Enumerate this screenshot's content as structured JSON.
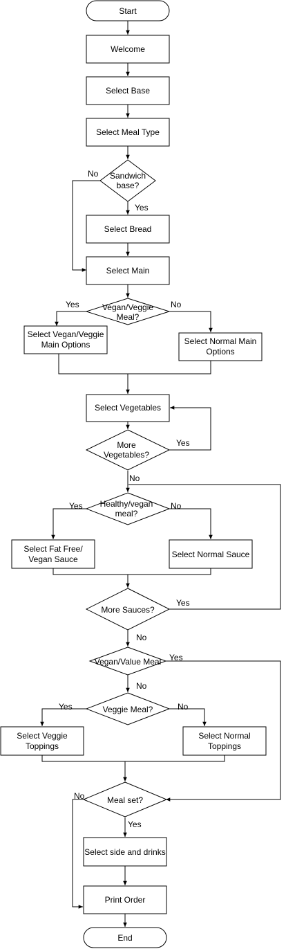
{
  "nodes": {
    "start": [
      "Start"
    ],
    "welcome": [
      "Welcome"
    ],
    "select_base": [
      "Select Base"
    ],
    "select_meal_type": [
      "Select Meal Type"
    ],
    "sandwich_base": [
      "Sandwich",
      "base?"
    ],
    "select_bread": [
      "Select Bread"
    ],
    "select_main": [
      "Select Main"
    ],
    "vegan_veggie_meal": [
      "Vegan/Veggie",
      "Meal?"
    ],
    "vegan_main_options": [
      "Select Vegan/Veggie",
      "Main Options"
    ],
    "normal_main_options": [
      "Select  Normal Main",
      "Options"
    ],
    "select_vegetables": [
      "Select Vegetables"
    ],
    "more_vegetables": [
      "More",
      "Vegetables?"
    ],
    "healthy_vegan_meal": [
      "Healthy/vegan",
      "meal?"
    ],
    "fat_free_sauce": [
      "Select Fat Free/",
      "Vegan Sauce"
    ],
    "normal_sauce": [
      "Select Normal Sauce"
    ],
    "more_sauces": [
      "More Sauces?"
    ],
    "vegan_value_meal": [
      "Vegan/Value Meal"
    ],
    "veggie_meal": [
      "Veggie Meal?"
    ],
    "veggie_toppings": [
      "Select Veggie",
      "Toppings"
    ],
    "normal_toppings": [
      "Select Normal",
      "Toppings"
    ],
    "meal_set": [
      "Meal set?"
    ],
    "side_and_drinks": [
      "Select side and drinks"
    ],
    "print_order": [
      "Print Order"
    ],
    "end": [
      "End"
    ]
  },
  "edge_labels": {
    "sandwich_no": "No",
    "sandwich_yes": "Yes",
    "vegan_veggie_yes": "Yes",
    "vegan_veggie_no": "No",
    "more_vegetables_yes": "Yes",
    "more_vegetables_no": "No",
    "healthy_yes": "Yes",
    "healthy_no": "No",
    "more_sauces_yes": "Yes",
    "more_sauces_no": "No",
    "vegan_value_yes": "Yes",
    "vegan_value_no": "No",
    "veggie_meal_yes": "Yes",
    "veggie_meal_no": "No",
    "meal_set_no": "No",
    "meal_set_yes": "Yes"
  }
}
